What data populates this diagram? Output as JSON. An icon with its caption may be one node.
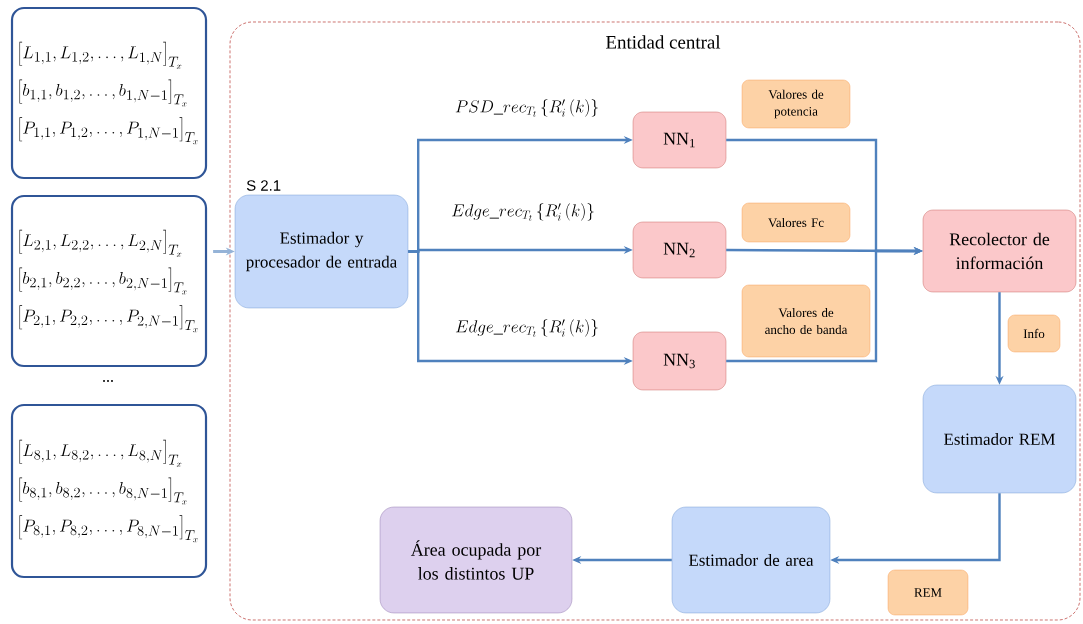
{
  "diagram": {
    "nodes": [
      {
        "text": [
          "\\left[L_{1,1},L_{1,2},\\ldots,L_{1,N}\\right]_{T_x}",
          "\\left[b_{1,1},b_{1,2},\\ldots,b_{1,N-1}\\right]_{T_x}",
          "\\left[P_{1,1},P_{1,2},\\ldots,P_{1,N-1}\\right]_{T_x}"
        ]
      },
      {
        "text": [
          "\\left[L_{2,1},L_{2,2},\\ldots,L_{2,N}\\right]_{T_x}",
          "\\left[b_{2,1},b_{2,2},\\ldots,b_{2,N-1}\\right]_{T_x}",
          "\\left[P_{2,1},P_{2,2},\\ldots,P_{2,N-1}\\right]_{T_x}"
        ]
      },
      {
        "text": [
          "\\left[L_{8,1},L_{8,2},\\ldots,L_{8,N}\\right]_{T_x}",
          "\\left[b_{8,1},b_{8,2},\\ldots,b_{8,N-1}\\right]_{T_x}",
          "\\left[P_{8,1},P_{8,2},\\ldots,P_{8,N-1}\\right]_{T_x}"
        ]
      },
      {
        "text": [
          "Entidad central"
        ]
      },
      {
        "text": [
          "Estimador y procesador de entrada"
        ],
        "in": 3,
        "beside": [
          "S 2.1"
        ]
      },
      {
        "text": [
          "NN$_{1}$"
        ],
        "in": 3
      },
      {
        "text": [
          "NN$_{2}$"
        ],
        "in": 3
      },
      {
        "text": [
          "NN$_{3}$"
        ],
        "in": 3
      },
      {
        "text": [
          "Recolector de información"
        ],
        "in": 3
      },
      {
        "text": [
          "Estimador REM"
        ],
        "in": 3
      },
      {
        "text": [
          "Estimador de area"
        ],
        "in": 3
      },
      {
        "text": [
          "Área ocupada por los distintos UP"
        ],
        "in": 3
      },
      {
        "text": [
          "Valores de potencia"
        ],
        "in": 3
      },
      {
        "text": [
          "Valores Fc"
        ],
        "in": 3
      },
      {
        "text": [
          "Valores de ancho de banda"
        ],
        "in": 3
      },
      {
        "text": [
          "Info"
        ],
        "in": 3
      },
      {
        "text": [
          "REM"
        ],
        "in": 3
      }
    ],
    "edges": [
      {
        "from": 1,
        "to": 4,
        "arrow": "to",
        "color": "#95b3d7"
      },
      {
        "from": 4,
        "to": 5,
        "arrow": "to",
        "label": "PSD\\_rec_{T_t}\\left\\{R_i'\\left(k\\right)\\right\\}"
      },
      {
        "from": 4,
        "to": 6,
        "arrow": "to",
        "label": "Edge\\_rec_{T_t}\\left\\{R_i'\\left(k\\right)\\right\\}"
      },
      {
        "from": 4,
        "to": 7,
        "arrow": "to",
        "label": "Edge\\_rec_{T_t}\\left\\{R_i'\\left(k\\right)\\right\\}"
      },
      {
        "from": 5,
        "to": 8,
        "arrow": "to"
      },
      {
        "from": 6,
        "to": 8,
        "arrow": "to"
      },
      {
        "from": 7,
        "to": 8,
        "arrow": "to"
      },
      {
        "from": 8,
        "to": 9,
        "arrow": "to"
      },
      {
        "from": 9,
        "to": 10,
        "arrow": "to"
      },
      {
        "from": 10,
        "to": 11,
        "arrow": "to"
      }
    ],
    "labels": [
      "..."
    ]
  }
}
